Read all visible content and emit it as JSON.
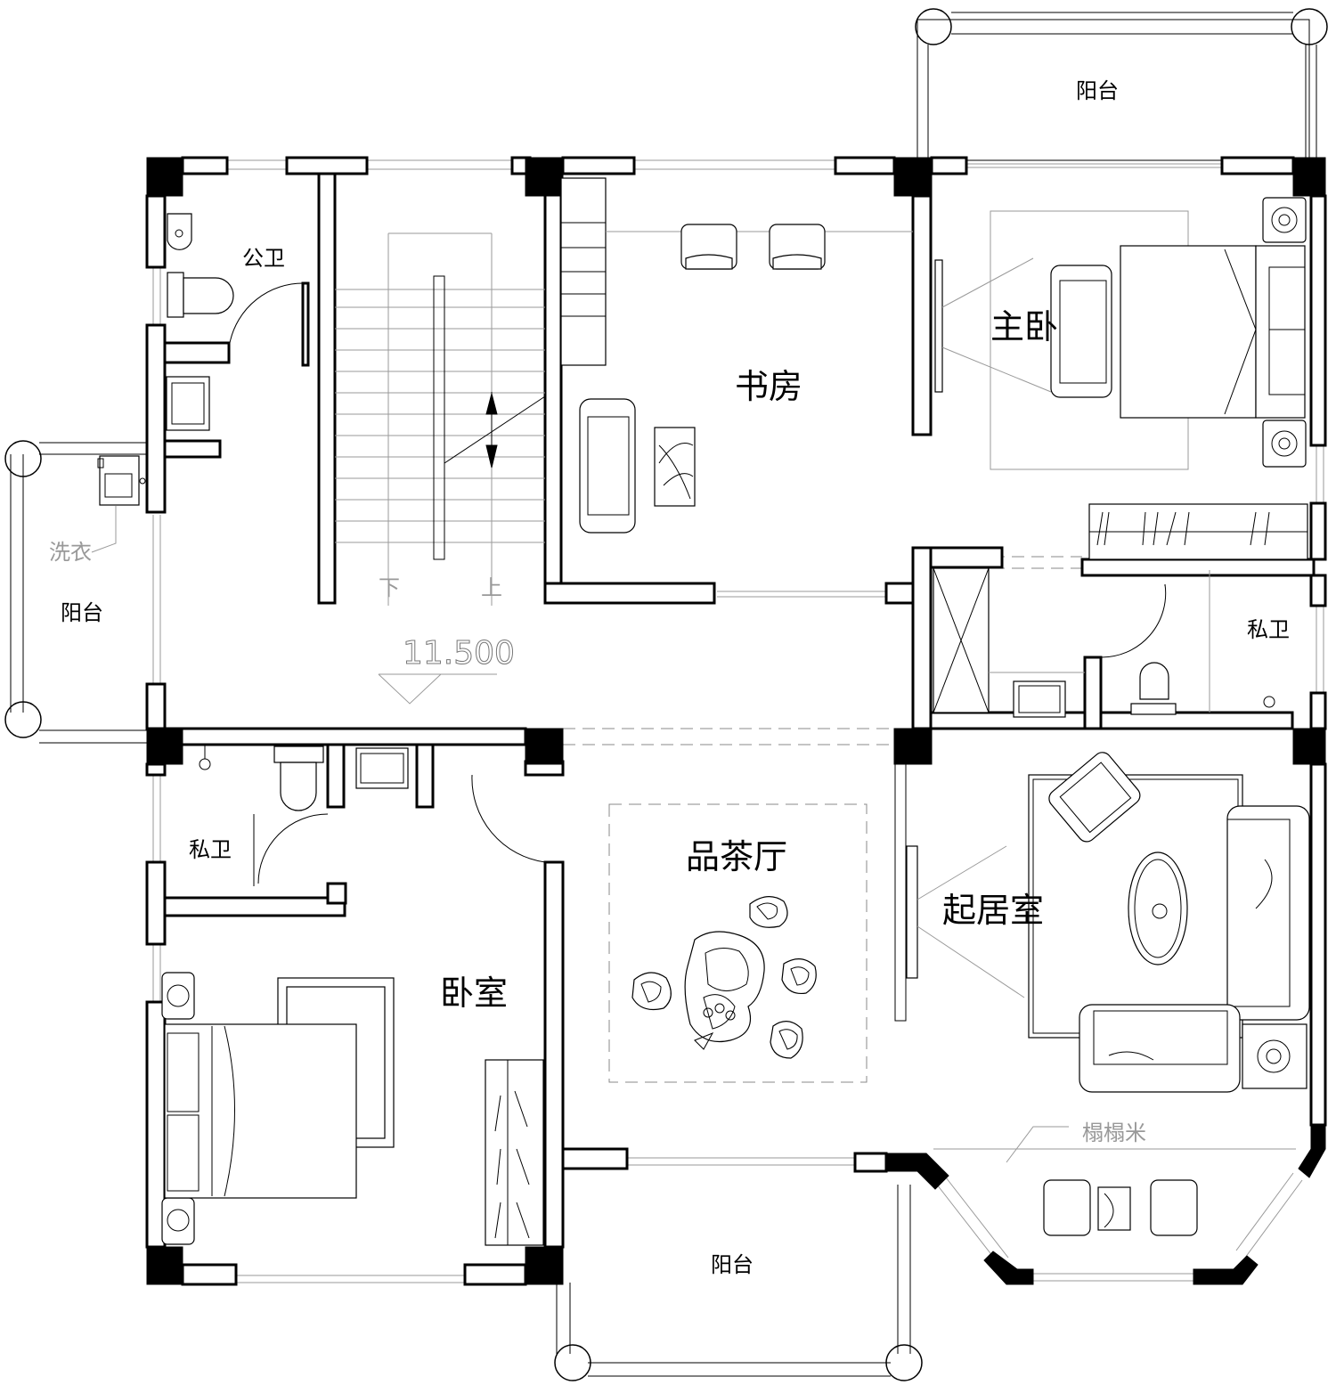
{
  "plan": {
    "rooms": {
      "gongwei": "公卫",
      "shufang": "书房",
      "zhuwo": "主卧",
      "yangtai_top": "阳台",
      "yangtai_left": "阳台",
      "yangtai_bottom": "阳台",
      "siwei_right": "私卫",
      "siwei_left": "私卫",
      "pinchating": "品茶厅",
      "qijushi": "起居室",
      "woshi": "卧室"
    },
    "notes": {
      "xiyi": "洗衣",
      "tatami": "榻榻米",
      "stair_down": "下",
      "stair_up": "上"
    },
    "elevation": "11.500"
  }
}
